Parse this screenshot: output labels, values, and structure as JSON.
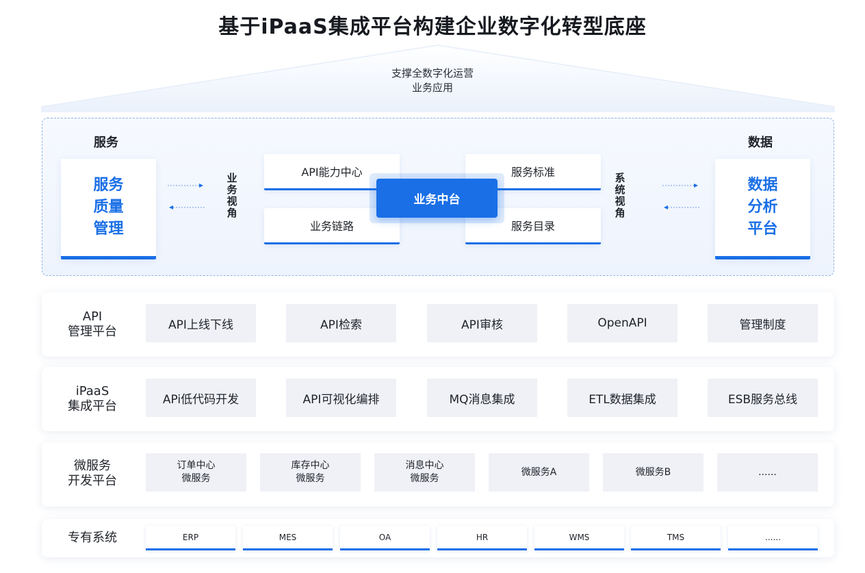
{
  "page_title": "基于iPaaS集成平台构建企业数字化转型底座",
  "roof": {
    "line1": "支撑全数字化运营",
    "line2": "业务应用"
  },
  "middle": {
    "left_section_label": "服务",
    "right_section_label": "数据",
    "left_card": "服务\n质量\n管理",
    "right_card": "数据\n分析\n平台",
    "left_view": "业\n务\n视\n角",
    "right_view": "系\n统\n视\n角",
    "cards": {
      "top_left": "API能力中心",
      "bottom_left": "业务链路",
      "top_right": "服务标准",
      "bottom_right": "服务目录"
    },
    "hub": "业务中台"
  },
  "rows": {
    "api": {
      "label": "API\n管理平台",
      "items": [
        "API上线下线",
        "API检索",
        "API审核",
        "OpenAPI",
        "管理制度"
      ]
    },
    "ipaas": {
      "label": "iPaaS\n集成平台",
      "items": [
        "APi低代码开发",
        "API可视化编排",
        "MQ消息集成",
        "ETL数据集成",
        "ESB服务总线"
      ]
    },
    "micro": {
      "label": "微服务\n开发平台",
      "items": [
        "订单中心\n微服务",
        "库存中心\n微服务",
        "消息中心\n微服务",
        "微服务A",
        "微服务B",
        "......"
      ]
    },
    "systems": {
      "label": "专有系统",
      "items": [
        "ERP",
        "MES",
        "OA",
        "HR",
        "WMS",
        "TMS",
        "......"
      ]
    }
  },
  "colors": {
    "accent": "#1a6fe6",
    "chip_bg": "#eff1f6",
    "zone_border": "#8fb2e6"
  }
}
